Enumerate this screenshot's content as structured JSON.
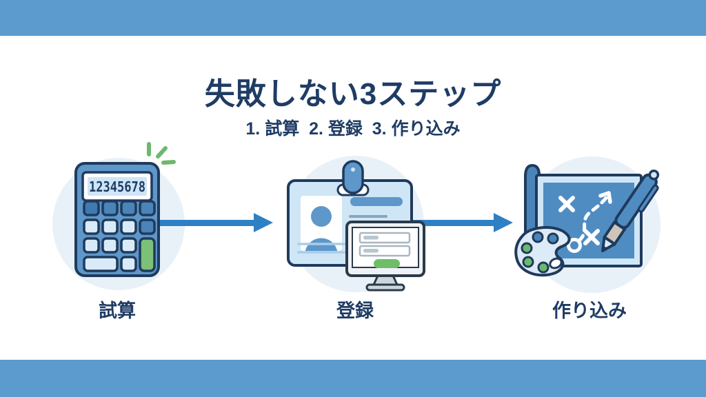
{
  "slide": {
    "title": "失敗しない3ステップ",
    "subtitle": "1. 試算  2. 登録  3. 作り込み",
    "calculator_display": "12345678",
    "steps": [
      {
        "label": "試算",
        "icon": "calculator-icon"
      },
      {
        "label": "登録",
        "icon": "id-card-registration-icon"
      },
      {
        "label": "作り込み",
        "icon": "strategy-board-icon"
      }
    ],
    "colors": {
      "band_blue": "#5b9bcd",
      "text_navy": "#1f3c64",
      "outline_navy": "#1f3a5c",
      "arrow_blue": "#2e80c4",
      "circle_bg": "#e9f1f8",
      "icon_blue": "#5e97c9",
      "panel_blue": "#4f8cc2",
      "light_blue": "#cfe6f7",
      "green": "#6cb96c"
    }
  }
}
